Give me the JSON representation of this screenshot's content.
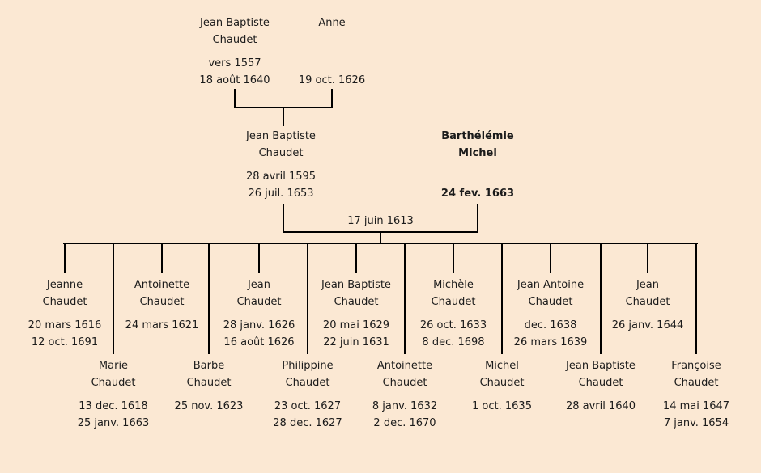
{
  "background_color": "#fbe8d3",
  "line_color": "#000000",
  "generation1": {
    "father": {
      "name_line1": "Jean Baptiste",
      "name_line2": "Chaudet",
      "date_line1": "vers 1557",
      "date_line2": "18 août 1640"
    },
    "mother": {
      "name_line1": "Anne",
      "name_line2": "",
      "date_line1": "",
      "date_line2": "19 oct. 1626"
    }
  },
  "generation2": {
    "father": {
      "name_line1": "Jean Baptiste",
      "name_line2": "Chaudet",
      "date_line1": "28 avril 1595",
      "date_line2": "26 juil. 1653"
    },
    "mother": {
      "name_line1": "Barthélémie",
      "name_line2": "Michel",
      "date_line1": "",
      "date_line2": "24 fev. 1663"
    },
    "marriage_date": "17 juin 1613"
  },
  "children_row1": [
    {
      "name_line1": "Jeanne",
      "name_line2": "Chaudet",
      "date_line1": "20 mars 1616",
      "date_line2": "12 oct. 1691"
    },
    {
      "name_line1": "Antoinette",
      "name_line2": "Chaudet",
      "date_line1": "24 mars 1621",
      "date_line2": ""
    },
    {
      "name_line1": "Jean",
      "name_line2": "Chaudet",
      "date_line1": "28 janv. 1626",
      "date_line2": "16 août 1626"
    },
    {
      "name_line1": "Jean Baptiste",
      "name_line2": "Chaudet",
      "date_line1": "20 mai 1629",
      "date_line2": "22 juin 1631"
    },
    {
      "name_line1": "Michèle",
      "name_line2": "Chaudet",
      "date_line1": "26 oct. 1633",
      "date_line2": "8 dec. 1698"
    },
    {
      "name_line1": "Jean Antoine",
      "name_line2": "Chaudet",
      "date_line1": "dec. 1638",
      "date_line2": "26 mars 1639"
    },
    {
      "name_line1": "Jean",
      "name_line2": "Chaudet",
      "date_line1": "26 janv. 1644",
      "date_line2": ""
    }
  ],
  "children_row2": [
    {
      "name_line1": "Marie",
      "name_line2": "Chaudet",
      "date_line1": "13 dec. 1618",
      "date_line2": "25 janv. 1663"
    },
    {
      "name_line1": "Barbe",
      "name_line2": "Chaudet",
      "date_line1": "25 nov. 1623",
      "date_line2": ""
    },
    {
      "name_line1": "Philippine",
      "name_line2": "Chaudet",
      "date_line1": "23 oct. 1627",
      "date_line2": "28 dec. 1627"
    },
    {
      "name_line1": "Antoinette",
      "name_line2": "Chaudet",
      "date_line1": "8 janv. 1632",
      "date_line2": "2 dec. 1670"
    },
    {
      "name_line1": "Michel",
      "name_line2": "Chaudet",
      "date_line1": "1 oct. 1635",
      "date_line2": ""
    },
    {
      "name_line1": "Jean Baptiste",
      "name_line2": "Chaudet",
      "date_line1": "28 avril 1640",
      "date_line2": ""
    },
    {
      "name_line1": "Françoise",
      "name_line2": "Chaudet",
      "date_line1": "14 mai 1647",
      "date_line2": "7 janv. 1654"
    }
  ]
}
